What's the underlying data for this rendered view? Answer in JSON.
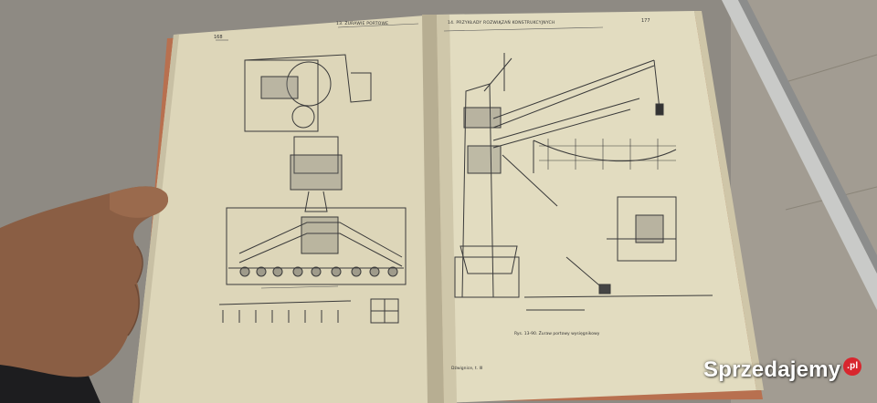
{
  "photo": {
    "left_page": {
      "page_number": "168",
      "running_head": "13. ŻURAWIE PORTOWE"
    },
    "right_page": {
      "page_number": "177",
      "running_head": "14. PRZYKŁADY ROZWIĄZAŃ KONSTRUKCYJNYCH",
      "caption": "Rys. 13-90. Żuraw portowy wysięgnikowy",
      "footer": "Dźwignice, t. III"
    }
  },
  "watermark": {
    "text": "Sprzedajemy",
    "badge": ".pl"
  },
  "colors": {
    "paper": "#ddd6b9",
    "cover": "#b8704f",
    "table": "#9a958d",
    "ink": "#3a3a3a"
  }
}
